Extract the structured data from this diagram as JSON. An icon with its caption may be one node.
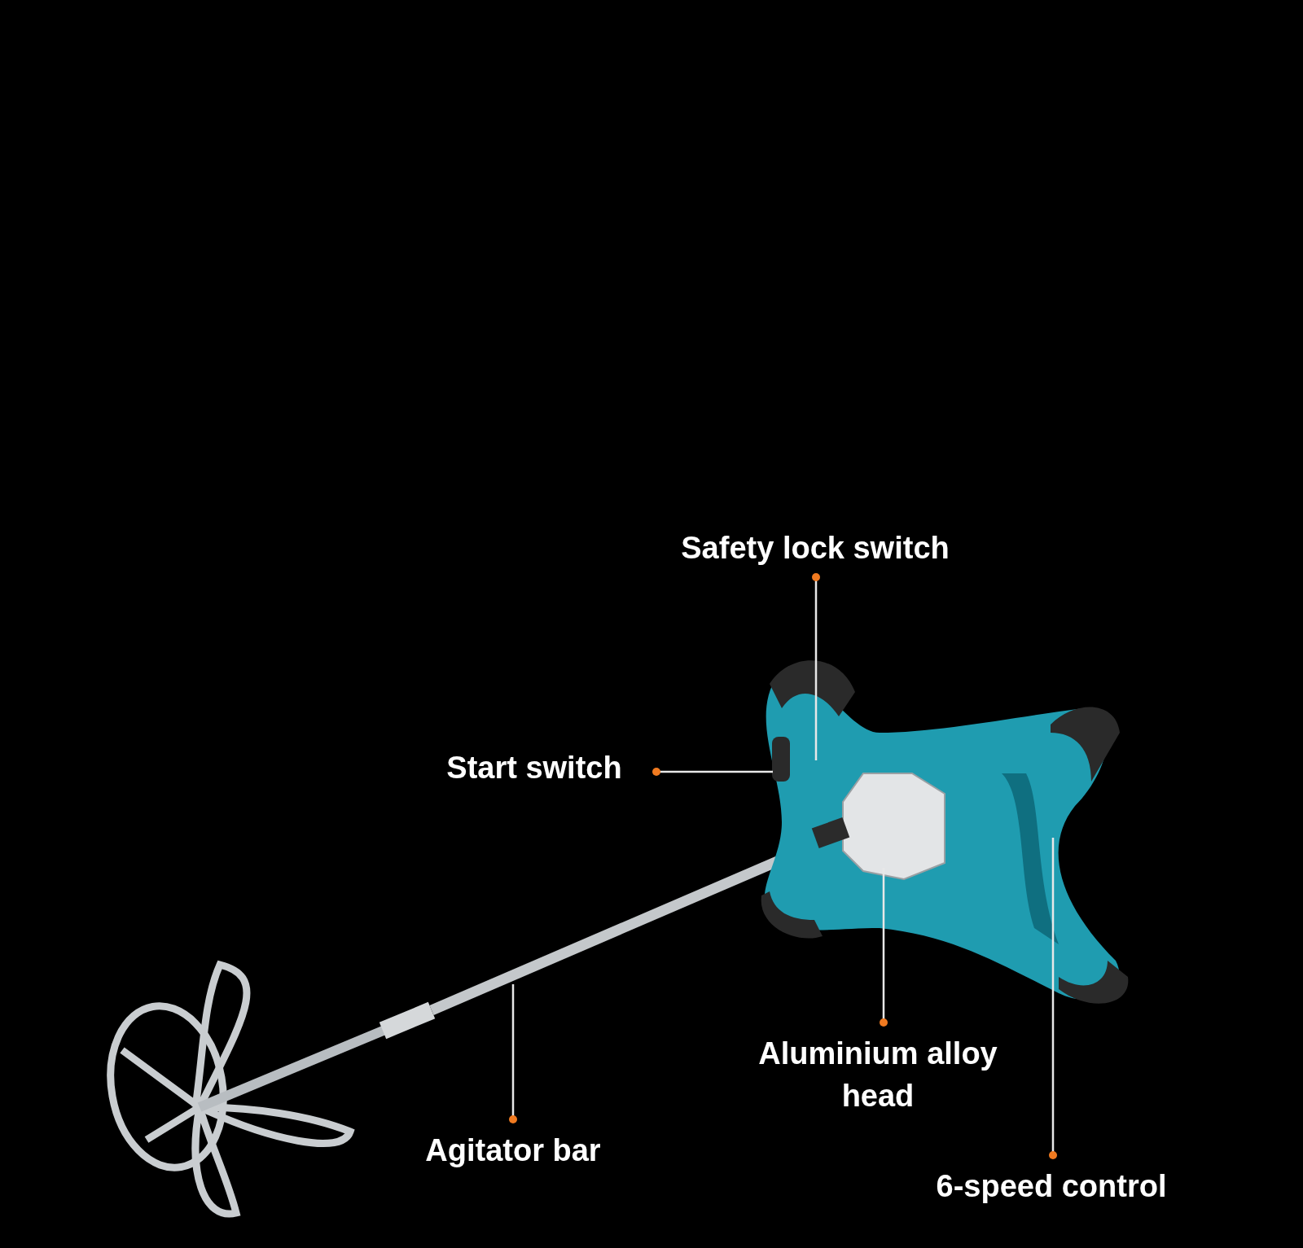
{
  "diagram": {
    "nodes": [
      {
        "text": [
          "Safety lock switch"
        ]
      },
      {
        "text": [
          "Start switch"
        ]
      },
      {
        "text": [
          "Aluminium alloy head"
        ]
      },
      {
        "text": [
          "Agitator bar"
        ]
      },
      {
        "text": [
          "6-speed control"
        ]
      }
    ],
    "edges": [
      {
        "from": 0,
        "to": null,
        "arrow": "other"
      },
      {
        "from": 1,
        "to": null,
        "arrow": "other"
      },
      {
        "from": 2,
        "to": null,
        "arrow": "other"
      },
      {
        "from": 3,
        "to": null,
        "arrow": "other"
      },
      {
        "from": 4,
        "to": null,
        "arrow": "other"
      }
    ]
  }
}
